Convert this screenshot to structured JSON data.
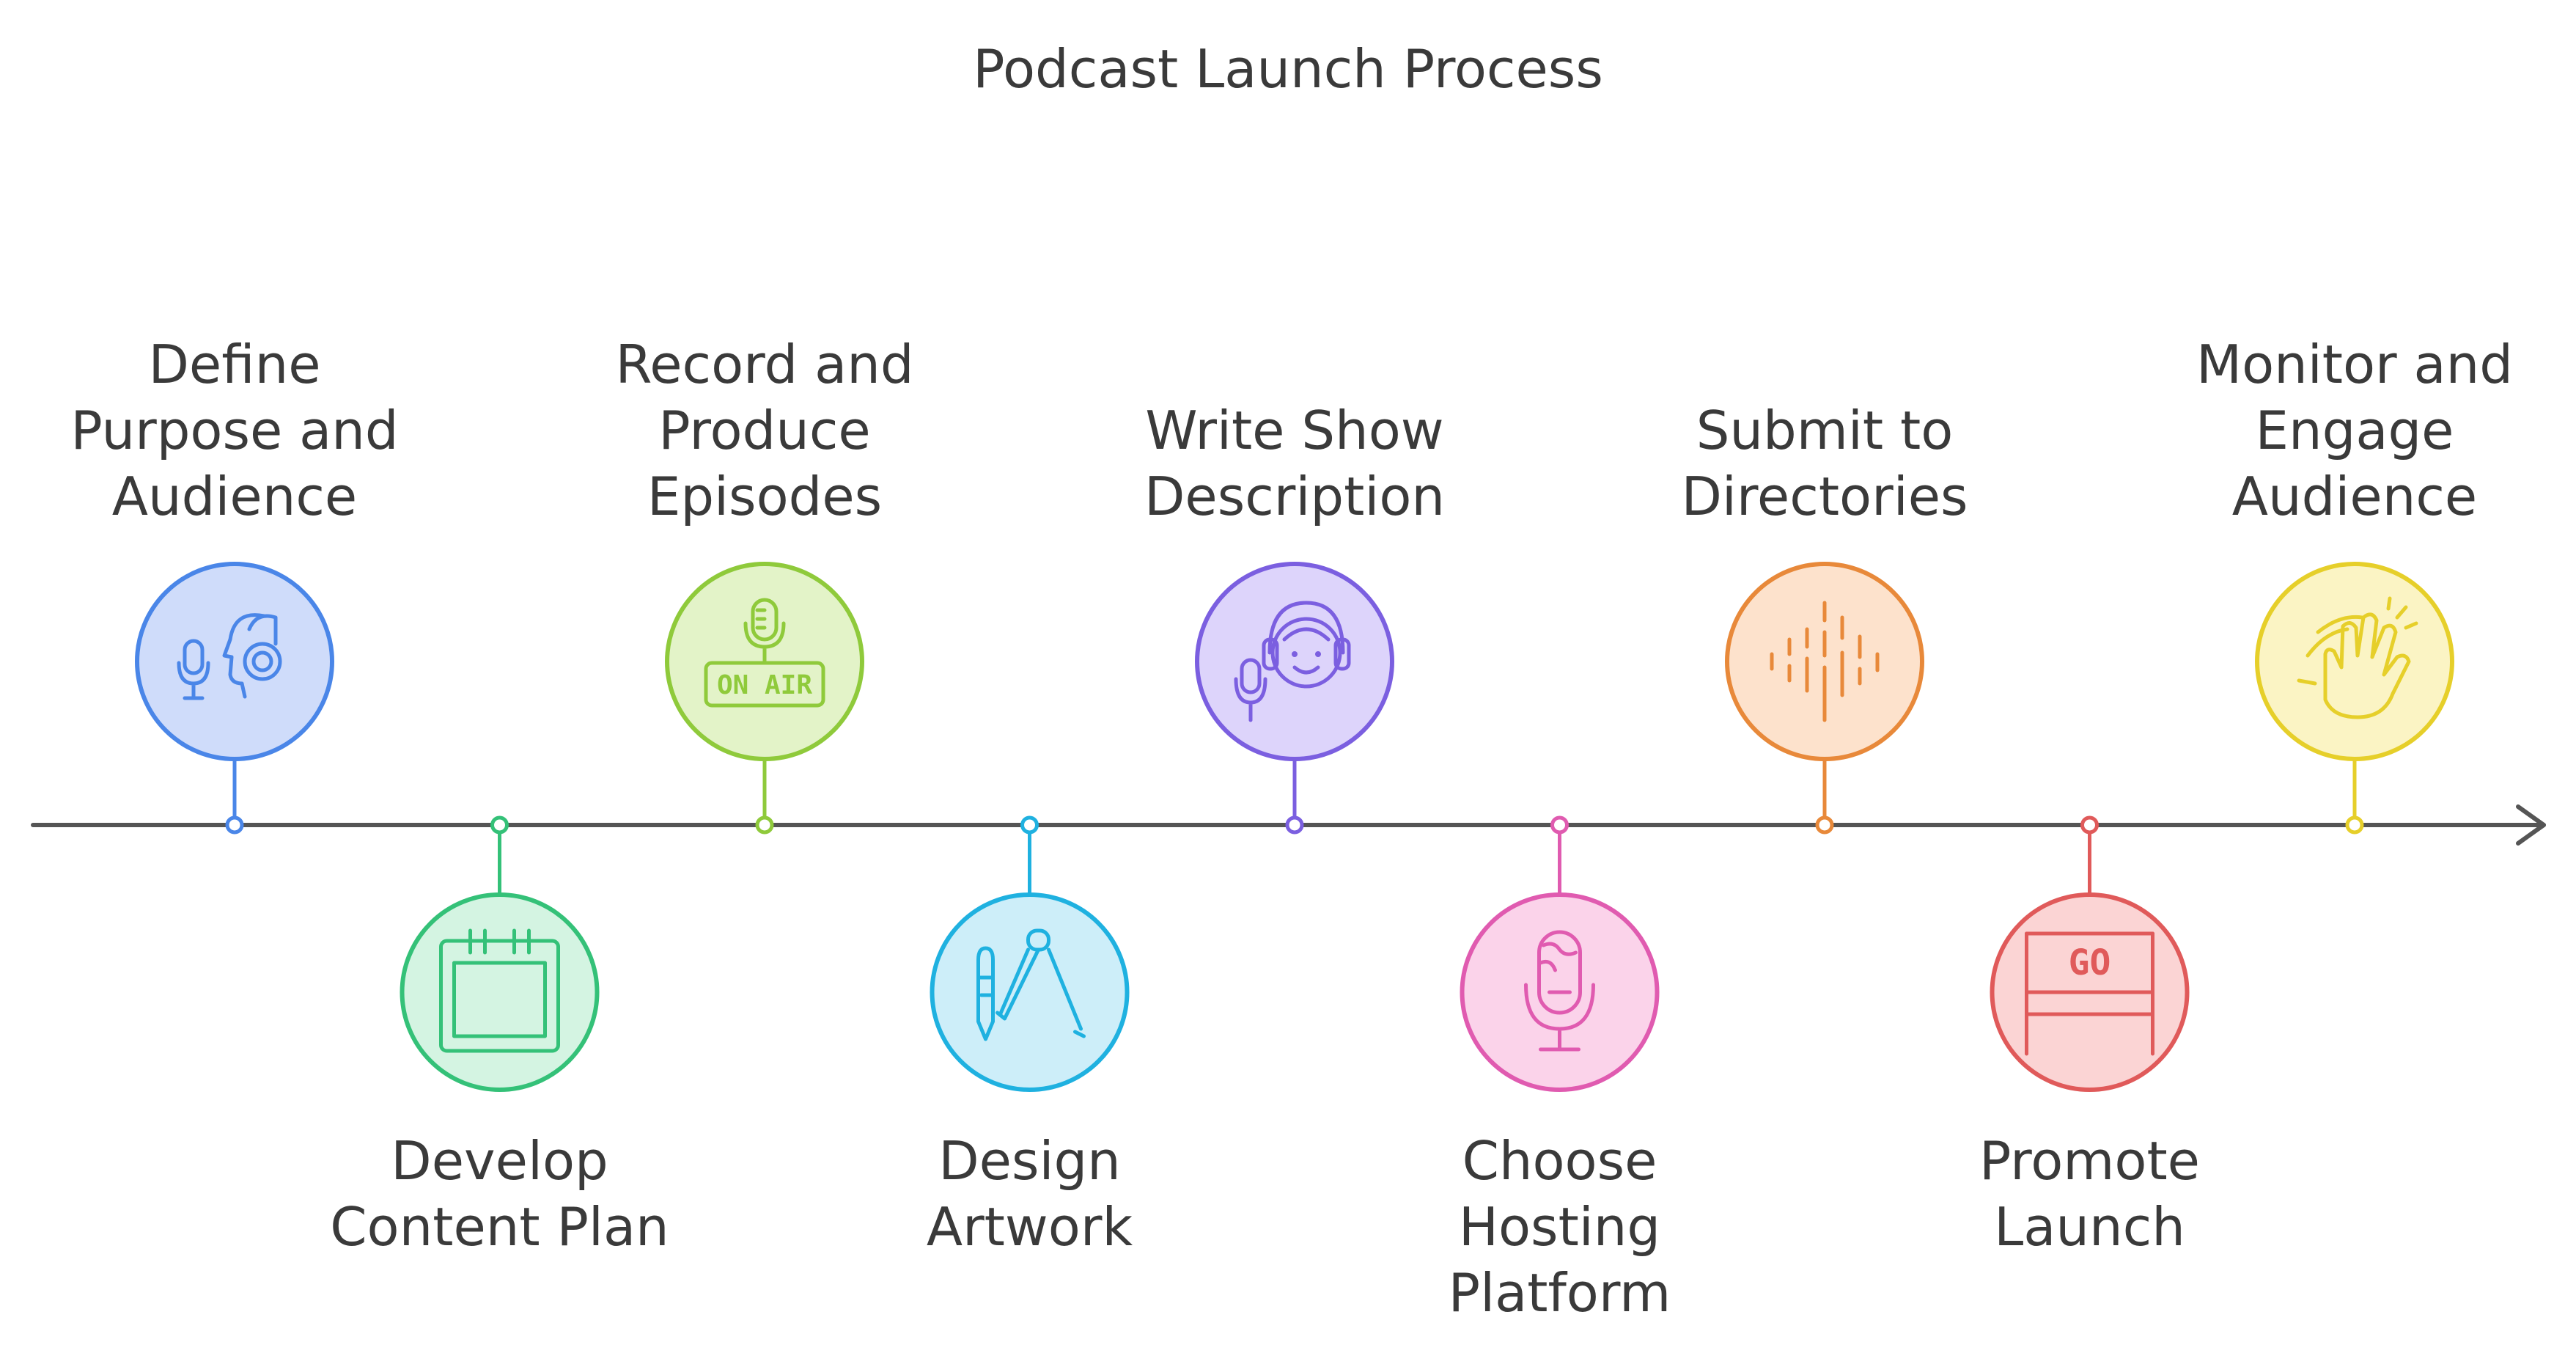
{
  "title": "Podcast Launch Process",
  "steps": [
    {
      "label": "Define\nPurpose and\nAudience",
      "icon": "microphone-headset-person-icon",
      "position": "above",
      "fill": "#cfdcfa",
      "stroke": "#4a86e8"
    },
    {
      "label": "Develop\nContent Plan",
      "icon": "calendar-icon",
      "position": "below",
      "fill": "#d4f4e2",
      "stroke": "#34c178"
    },
    {
      "label": "Record and\nProduce\nEpisodes",
      "icon": "on-air-microphone-icon",
      "position": "above",
      "fill": "#e3f3c8",
      "stroke": "#8fca3b",
      "icon_text": "ON AIR"
    },
    {
      "label": "Design\nArtwork",
      "icon": "pen-compass-icon",
      "position": "below",
      "fill": "#cdeef9",
      "stroke": "#1fb1e0"
    },
    {
      "label": "Write Show\nDescription",
      "icon": "podcaster-headphones-icon",
      "position": "above",
      "fill": "#ddd4fb",
      "stroke": "#7b5fe0"
    },
    {
      "label": "Choose\nHosting\nPlatform",
      "icon": "globe-microphone-icon",
      "position": "below",
      "fill": "#fbd3ea",
      "stroke": "#e05bb0"
    },
    {
      "label": "Submit to\nDirectories",
      "icon": "sound-wave-icon",
      "position": "above",
      "fill": "#fde2cc",
      "stroke": "#e8893a"
    },
    {
      "label": "Promote\nLaunch",
      "icon": "go-sign-icon",
      "position": "below",
      "fill": "#fbd4d4",
      "stroke": "#e05a5a",
      "icon_text": "GO"
    },
    {
      "label": "Monitor and\nEngage\nAudience",
      "icon": "clapping-hands-icon",
      "position": "above",
      "fill": "#fbf4c4",
      "stroke": "#e6cf2a"
    }
  ]
}
